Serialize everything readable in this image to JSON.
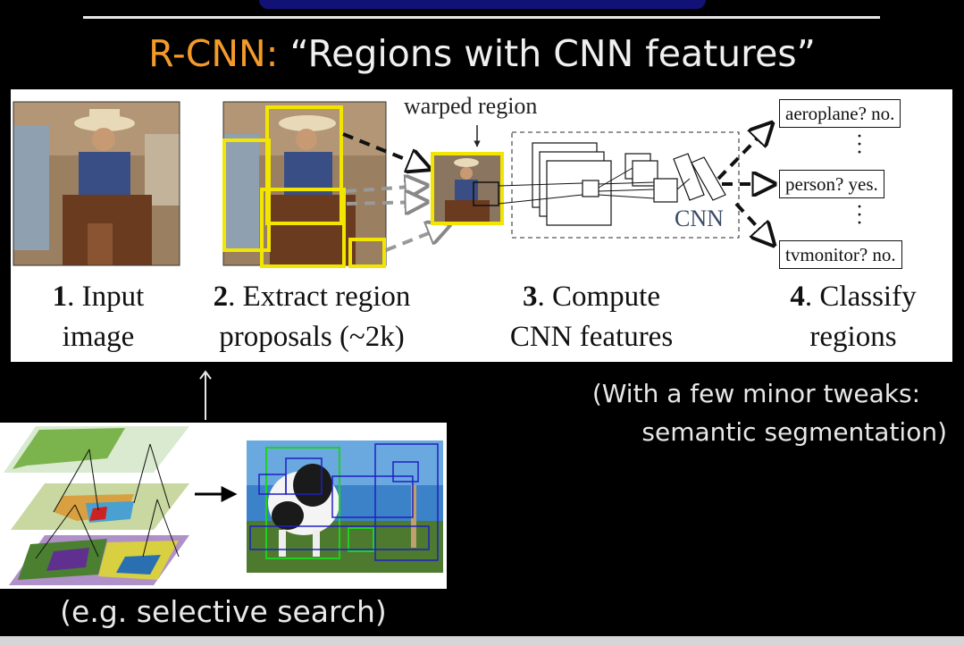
{
  "title": {
    "prefix": "R-CNN:",
    "text": "“Regions with CNN features”"
  },
  "figure": {
    "warped_label": "warped region",
    "cnn_label": "CNN",
    "classes": [
      "aeroplane? no.",
      "person? yes.",
      "tvmonitor? no."
    ],
    "steps": [
      {
        "num": "1",
        "line1": ". Input",
        "line2": "image"
      },
      {
        "num": "2",
        "line1": ". Extract region",
        "line2": "proposals (~2k)"
      },
      {
        "num": "3",
        "line1": ". Compute",
        "line2": "CNN features"
      },
      {
        "num": "4",
        "line1": ". Classify",
        "line2": "regions"
      }
    ]
  },
  "note": {
    "line1": "(With a few minor tweaks:",
    "line2": "semantic segmentation)"
  },
  "selective_search_caption": "(e.g. selective search)",
  "colors": {
    "accent": "#f39a2b",
    "proposal_box": "#f2e600",
    "background": "#000000"
  }
}
